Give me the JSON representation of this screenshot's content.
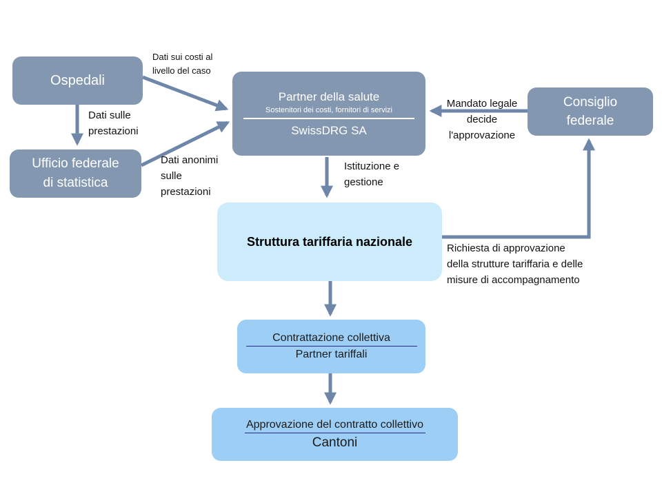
{
  "nodes": {
    "ospedali": "Ospedali",
    "ufficio_statistica": [
      "Ufficio federale",
      "di statistica"
    ],
    "partner": {
      "title": "Partner della salute",
      "subtitle": "Sostenitori dei costi, fornitori di servizi",
      "org": "SwissDRG SA"
    },
    "consiglio": [
      "Consiglio",
      "federale"
    ],
    "struttura": "Struttura tariffaria nazionale",
    "contrattazione": {
      "title": "Contrattazione collettiva",
      "subtitle": "Partner tariffali"
    },
    "approvazione": {
      "title": "Approvazione del contratto collettivo",
      "subtitle": "Cantoni"
    }
  },
  "edges": {
    "costi_caso": [
      "Dati sui costi al",
      "livello del caso"
    ],
    "dati_prestazioni": [
      "Dati sulle",
      "prestazioni"
    ],
    "dati_anonimi": [
      "Dati anonimi",
      "sulle",
      "prestazioni"
    ],
    "mandato": [
      "Mandato legale",
      "decide",
      "l'approvazione"
    ],
    "istituzione": [
      "Istituzione e",
      "gestione"
    ],
    "richiesta": [
      "Richiesta di approvazione",
      "della strutture tariffaria e delle",
      "misure di accompagnamento"
    ]
  },
  "colors": {
    "dark_box": "#8497b0",
    "light_box": "#ccebfb",
    "mid_box": "#9dcff6",
    "arrow": "#6e86a8"
  }
}
